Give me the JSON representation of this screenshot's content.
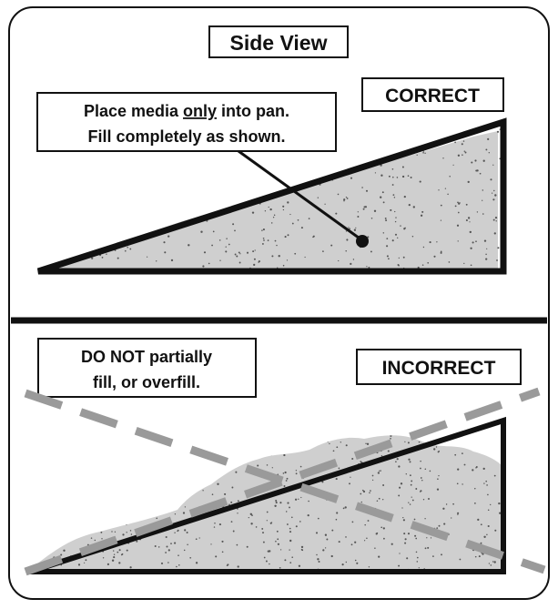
{
  "title": "Side View",
  "correct": {
    "label": "CORRECT",
    "callout_line1_before": "Place media ",
    "callout_line1_emphasis": "only",
    "callout_line1_after": " into pan.",
    "callout_line2": "Fill completely as shown."
  },
  "incorrect": {
    "label": "INCORRECT",
    "warning_line1": "DO NOT partially",
    "warning_line2": "fill, or overfill."
  },
  "colors": {
    "stroke": "#111111",
    "media_fill": "#cfcfcf",
    "speckle": "#555555",
    "dashed_guide": "#9a9a9a",
    "background": "#ffffff"
  }
}
